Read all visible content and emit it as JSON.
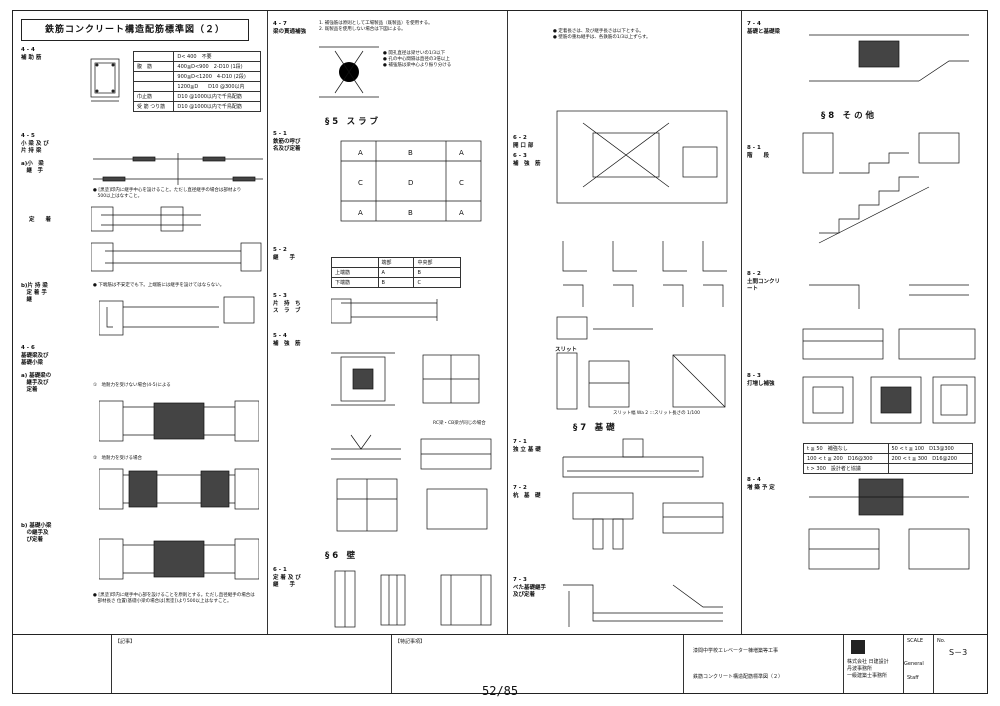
{
  "document": {
    "main_title": "鉄筋コンクリート構造配筋標準図（２）",
    "page_indicator": "52/85"
  },
  "col1": {
    "s44": {
      "num": "4 - 4",
      "name": "補 助 筋"
    },
    "s45": {
      "num": "4 - 5",
      "name": "小 梁 及 び\n片 持 梁"
    },
    "s45a": "a)小　梁\n　継　手",
    "s45_note": "● [黒塗]印内に継手中心を設けること。ただし直径継手の場合は部材より\n　500以上はなすこと。",
    "s45b_label": "定　　着",
    "s45c": "b)片 持 梁\n　定 着 手\n　継",
    "s45c_note": "● 下端筋は不安定でも下。上端筋には継手を設けてはならない。",
    "s46": {
      "num": "4 - 6",
      "name": "基礎梁及び\n基礎小梁"
    },
    "s46a": "a) 基礎梁の\n　継手及び\n　定着",
    "s46b": "b) 基礎小梁\n　の継手及\n　び定着",
    "case1": "①　地耐力を受けない場合(4-5)による",
    "case2": "②　地耐力を受ける場合",
    "bottom_note": "● [黒塗]印内に継手中心部を設けることを原則とする。ただし直径継手の場合は\n　部材長さ 位置(基礎小梁の場合は[黒塗])より500以上はなすこと。"
  },
  "col1_table": {
    "rows": [
      [
        "",
        "D< 400　不要"
      ],
      [
        "腹　筋",
        "400≦D<900　2-D10 (1段)"
      ],
      [
        "",
        "900≦D<1200　4-D10 (2段)"
      ],
      [
        "",
        "1200≦D　　D10 @300以内"
      ],
      [
        "巾止筋",
        "D10 @1000以内で千鳥配筋"
      ],
      [
        "受 筋\nつり筋",
        "D10 @1000以内で千鳥配筋"
      ]
    ]
  },
  "col2": {
    "s47": {
      "num": "4 - 7",
      "name": "梁の貫通補強"
    },
    "s47_note": "1. 補強筋は原則として工場製品（既製品）を使用する。\n2. 既製品を使用しない場合は下図による。",
    "s5_title": "§ 5　ス ラ ブ",
    "s51": {
      "num": "5 - 1",
      "name": "鉄筋の呼び\n名及び定着"
    },
    "s52": {
      "num": "5 - 2",
      "name": "継　　手"
    },
    "s53": {
      "num": "5 - 3",
      "name": "片　持　ち\nス　ラ　ブ"
    },
    "s54": {
      "num": "5 - 4",
      "name": "補　強　筋"
    },
    "slab_table_head": [
      "",
      "端部",
      "中央部"
    ],
    "slab_table_rows": [
      [
        "上端筋",
        "A",
        "B"
      ],
      [
        "下端筋",
        "B",
        "C"
      ]
    ],
    "rc_note": "RC梁・CB梁が同じの場合",
    "s6_title": "§ 6　壁",
    "s61": {
      "num": "6 - 1",
      "name": "定 着 及 び\n継　　手"
    }
  },
  "col3": {
    "s62": {
      "num": "6 - 2",
      "name": "開 口 部"
    },
    "s63": {
      "num": "6 - 3",
      "name": "補　強　筋"
    },
    "s63_note": "● 定着長さは、及び継手長さは以下とする。\n● 壁筋の重ね継手は、各鉄筋の1/3以上ずらす。",
    "s7_title": "§ 7　基 礎",
    "s71": {
      "num": "7 - 1",
      "name": "独 立 基 礎"
    },
    "s72": {
      "num": "7 - 2",
      "name": "杭　基　礎"
    },
    "s73": {
      "num": "7 - 3",
      "name": "べた基礎継手\n及び定着"
    },
    "slit_label": "スリット",
    "kakko_note": "スリット幅 Wa 2 :::スリット長さの 1/100"
  },
  "col4": {
    "s74": {
      "num": "7 - 4",
      "name": "基礎と基礎梁"
    },
    "s8_title": "§ 8　そ の 他",
    "s81": {
      "num": "8 - 1",
      "name": "階　　段"
    },
    "s82": {
      "num": "8 - 2",
      "name": "土間コンクリ\nート"
    },
    "s83": {
      "num": "8 - 3",
      "name": "打増し補強"
    },
    "s84": {
      "num": "8 - 4",
      "name": "増 築 予 定"
    },
    "table_rows": [
      [
        "t ≦ 50　補強なし",
        "50 < t ≦ 100　D13@300"
      ],
      [
        "100 < t ≦ 200　D16@300",
        "200 < t ≦ 300　D16@200"
      ],
      [
        "t > 300　設計者と協議",
        ""
      ]
    ]
  },
  "title_block": {
    "notes_label": "【記事】",
    "special_label": "【特記事項】",
    "project": "漆間中学校エレベーター棟増築等工事",
    "drawing_title": "鉄筋コンクリート構造配筋標準図（２）",
    "company": "株式会社 日建設計\n丹波事務所\n一級建築士事務所",
    "scale_label": "SCALE",
    "no_label": "No.",
    "drawing_no": "S－3",
    "general": "General",
    "staff": "Staff"
  }
}
